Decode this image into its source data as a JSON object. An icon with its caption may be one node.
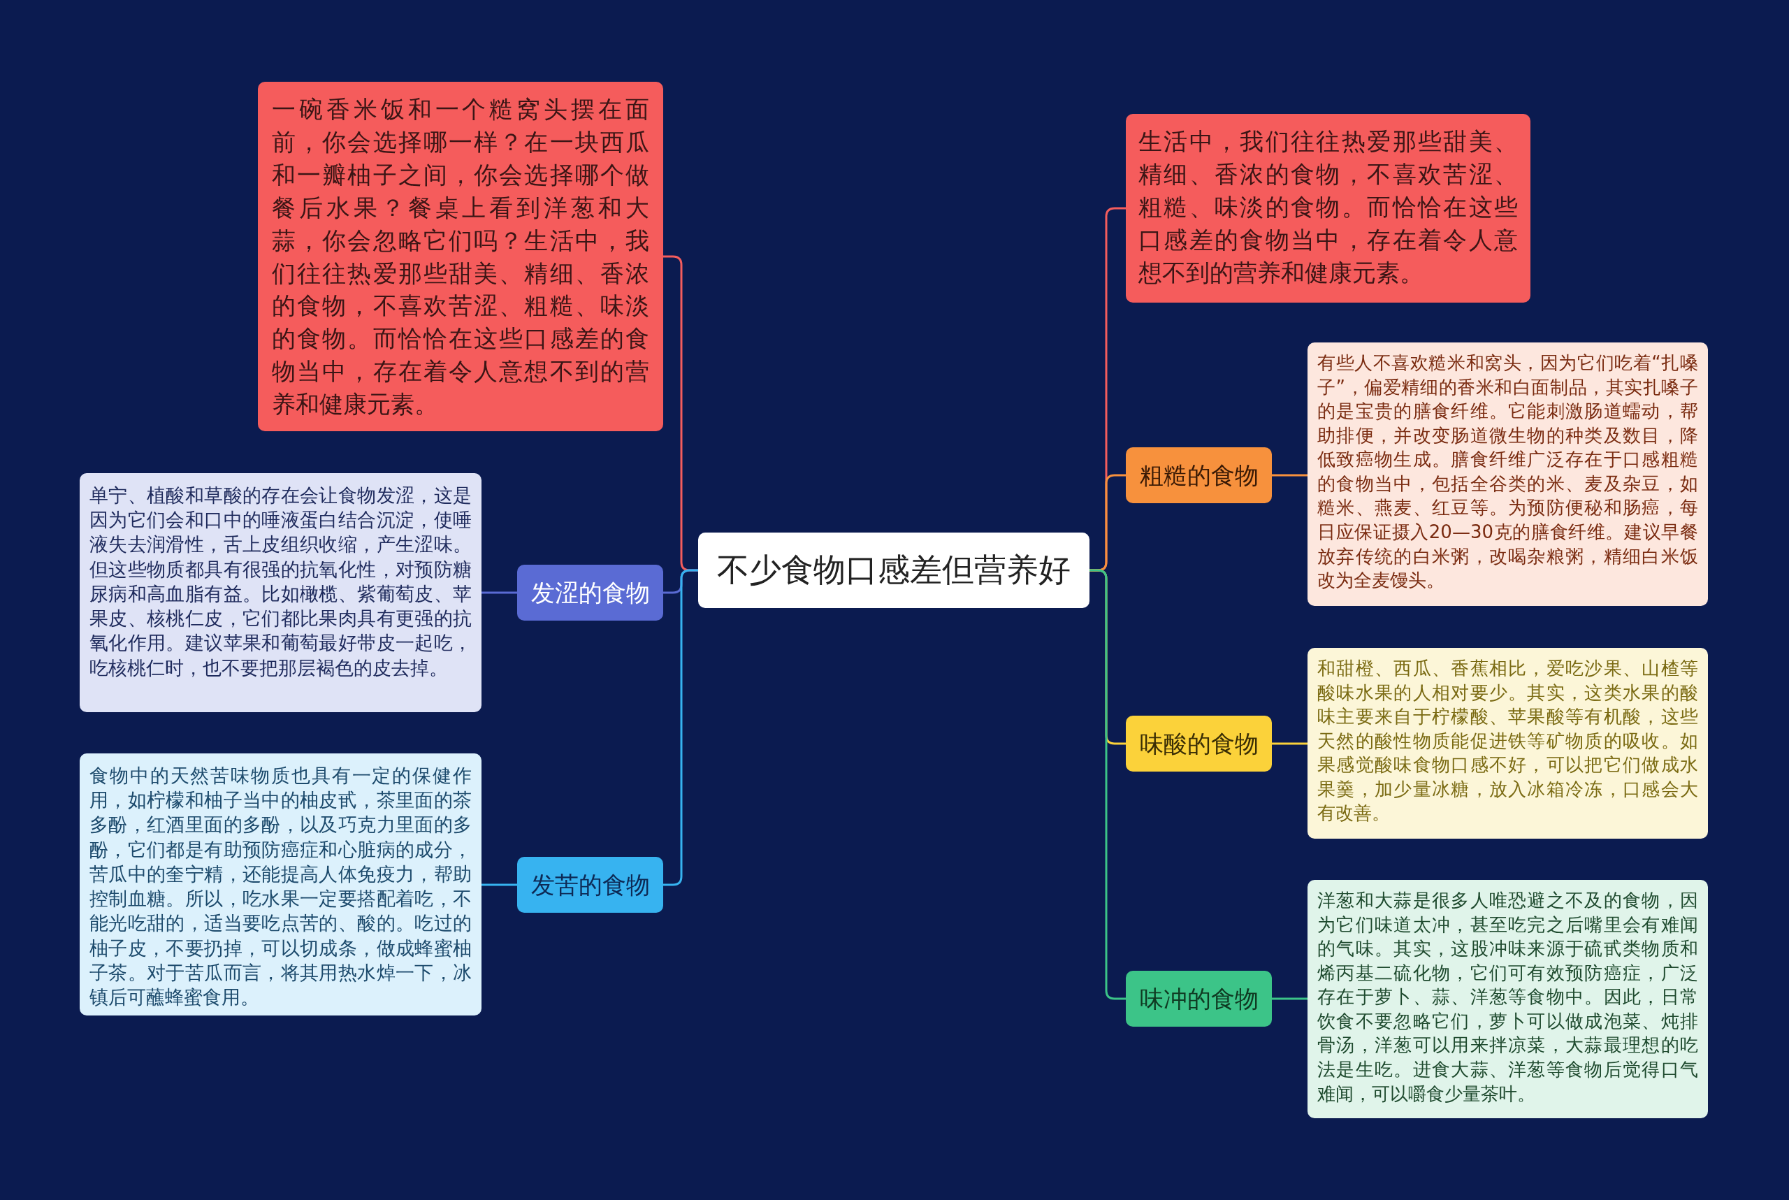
{
  "diagram": {
    "nodes": [
      {
        "text": [
          "不少食物口感差但营养好"
        ]
      },
      {
        "text": [
          "一碗香米饭和一个糙窝头摆在面前，你会选择哪一样？在一块西瓜和一瓣柚子之间，你会选择哪个做餐后水果？餐桌上看到洋葱和大蒜，你会忽略它们吗？生活中，我们往往热爱那些甜美、精细、香浓的食物，不喜欢苦涩、粗糙、味淡的食物。而恰恰在这些口感差的食物当中，存在着令人意想不到的营养和健康元素。"
        ]
      },
      {
        "text": [
          "发涩的食物"
        ]
      },
      {
        "text": [
          "单宁、植酸和草酸的存在会让食物发涩，这是因为它们会和口中的唾液蛋白结合沉淀，使唾液失去润滑性，舌上皮组织收缩，产生涩味。但这些物质都具有很强的抗氧化性，对预防糖尿病和高血脂有益。比如橄榄、紫葡萄皮、苹果皮、核桃仁皮，它们都比果肉具有更强的抗氧化作用。建议苹果和葡萄最好带皮一起吃，吃核桃仁时，也不要把那层褐色的皮去掉。"
        ]
      },
      {
        "text": [
          "发苦的食物"
        ]
      },
      {
        "text": [
          "食物中的天然苦味物质也具有一定的保健作用，如柠檬和柚子当中的柚皮甙，茶里面的茶多酚，红酒里面的多酚，以及巧克力里面的多酚，它们都是有助预防癌症和心脏病的成分，苦瓜中的奎宁精，还能提高人体免疫力，帮助控制血糖。所以，吃水果一定要搭配着吃，不能光吃甜的，适当要吃点苦的、酸的。吃过的柚子皮，不要扔掉，可以切成条，做成蜂蜜柚子茶。对于苦瓜而言，将其用热水焯一下，冰镇后可蘸蜂蜜食用。"
        ]
      },
      {
        "text": [
          "生活中，我们往往热爱那些甜美、精细、香浓的食物，不喜欢苦涩、粗糙、味淡的食物。而恰恰在这些口感差的食物当中，存在着令人意想不到的营养和健康元素。"
        ]
      },
      {
        "text": [
          "粗糙的食物"
        ]
      },
      {
        "text": [
          "有些人不喜欢糙米和窝头，因为它们吃着“扎嗓子”，偏爱精细的香米和白面制品，其实扎嗓子的是宝贵的膳食纤维。它能刺激肠道蠕动，帮助排便，并改变肠道微生物的种类及数目，降低致癌物生成。膳食纤维广泛存在于口感粗糙的食物当中，包括全谷类的米、麦及杂豆，如糙米、燕麦、红豆等。为预防便秘和肠癌，每日应保证摄入20—30克的膳食纤维。建议早餐放弃传统的白米粥，改喝杂粮粥，精细白米饭改为全麦馒头。"
        ]
      },
      {
        "text": [
          "味酸的食物"
        ]
      },
      {
        "text": [
          "和甜橙、西瓜、香蕉相比，爱吃沙果、山楂等酸味水果的人相对要少。其实，这类水果的酸味主要来自于柠檬酸、苹果酸等有机酸，这些天然的酸性物质能促进铁等矿物质的吸收。如果感觉酸味食物口感不好，可以把它们做成水果羹，加少量冰糖，放入冰箱冷冻，口感会大有改善。"
        ]
      },
      {
        "text": [
          "味冲的食物"
        ]
      },
      {
        "text": [
          "洋葱和大蒜是很多人唯恐避之不及的食物，因为它们味道太冲，甚至吃完之后嘴里会有难闻的气味。其实，这股冲味来源于硫甙类物质和烯丙基二硫化物，它们可有效预防癌症，广泛存在于萝卜、蒜、洋葱等食物中。因此，日常饮食不要忽略它们，萝卜可以做成泡菜、炖排骨汤，洋葱可以用来拌凉菜，大蒜最理想的吃法是生吃。进食大蒜、洋葱等食物后觉得口气难闻，可以嚼食少量茶叶。"
        ]
      }
    ],
    "edges": [
      {
        "from": 0,
        "to": 1,
        "arrow": "none",
        "color": "#f45d5d"
      },
      {
        "from": 0,
        "to": 2,
        "arrow": "none",
        "color": "#5a6bd4"
      },
      {
        "from": 2,
        "to": 3,
        "arrow": "none",
        "color": "#5a6bd4"
      },
      {
        "from": 0,
        "to": 4,
        "arrow": "none",
        "color": "#37b3f0"
      },
      {
        "from": 4,
        "to": 5,
        "arrow": "none",
        "color": "#37b3f0"
      },
      {
        "from": 0,
        "to": 6,
        "arrow": "none",
        "color": "#f45d5d"
      },
      {
        "from": 0,
        "to": 7,
        "arrow": "none",
        "color": "#f7913d"
      },
      {
        "from": 7,
        "to": 8,
        "arrow": "none",
        "color": "#f7913d"
      },
      {
        "from": 0,
        "to": 9,
        "arrow": "none",
        "color": "#fbd23a"
      },
      {
        "from": 9,
        "to": 10,
        "arrow": "none",
        "color": "#fbd23a"
      },
      {
        "from": 0,
        "to": 11,
        "arrow": "none",
        "color": "#3cc488"
      },
      {
        "from": 11,
        "to": 12,
        "arrow": "none",
        "color": "#3cc488"
      }
    ]
  }
}
